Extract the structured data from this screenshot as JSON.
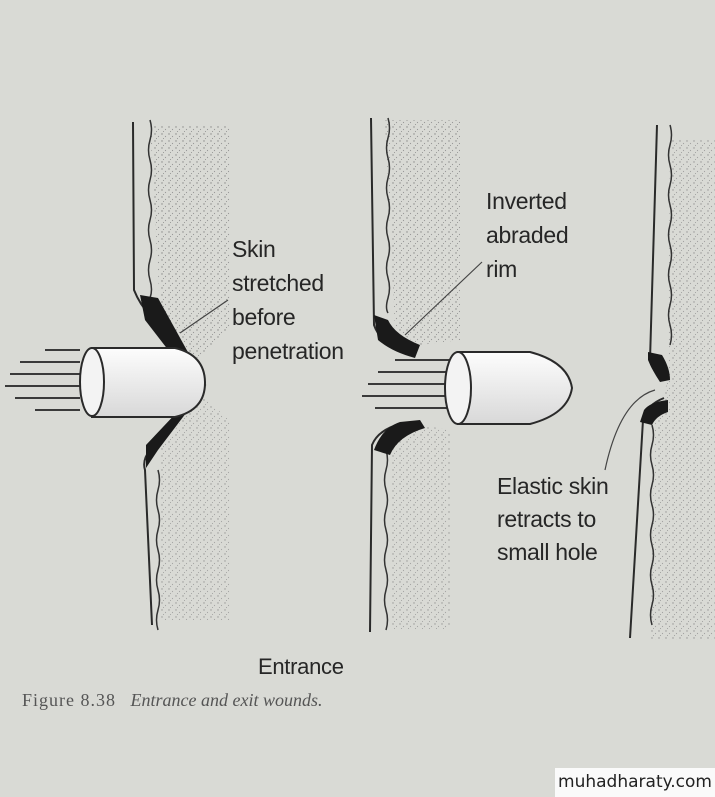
{
  "labels": {
    "skin_stretched": [
      "Skin",
      "stretched",
      "before",
      "penetration"
    ],
    "inverted_rim": [
      "Inverted",
      "abraded",
      "rim"
    ],
    "elastic_skin": [
      "Elastic skin",
      "retracts to",
      "small hole"
    ],
    "entrance": "Entrance"
  },
  "caption": {
    "number": "Figure 8.38",
    "text": "Entrance and exit wounds."
  },
  "watermark": "muhadharaty.com",
  "colors": {
    "background": "#d9dad5",
    "line": "#2a2a2a",
    "skin_dark": "#1a1a1a",
    "stipple": "#7a7a7a"
  }
}
